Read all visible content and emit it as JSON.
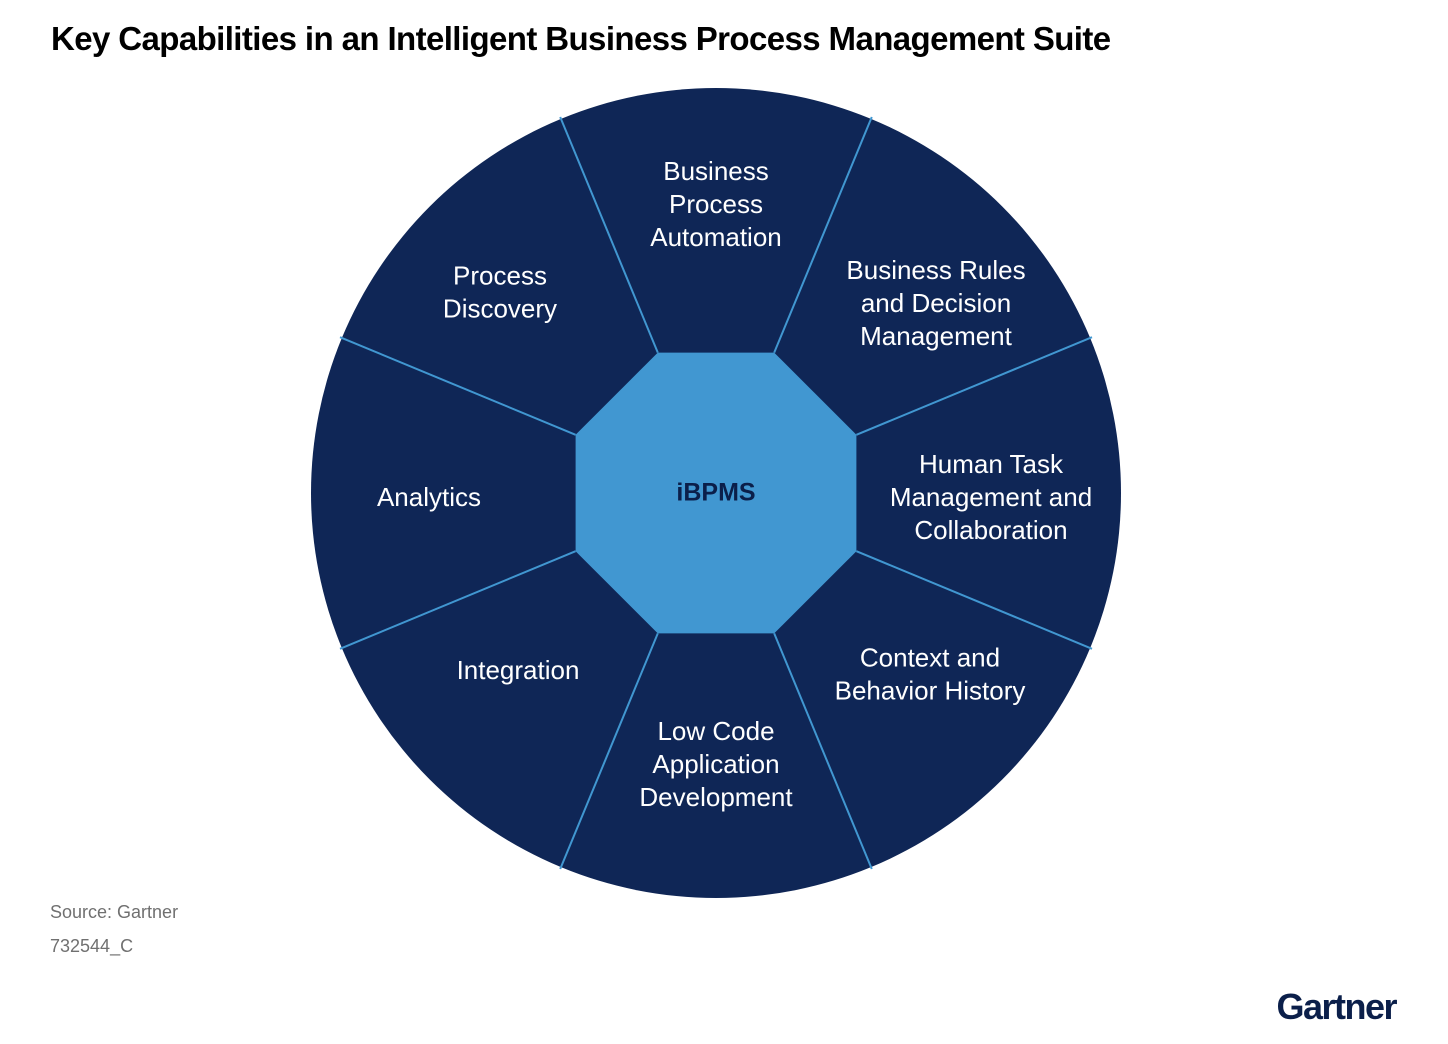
{
  "title": "Key Capabilities in an Intelligent Business Process Management Suite",
  "center": {
    "label": "iBPMS"
  },
  "segments": [
    {
      "lines": [
        "Business",
        "Process",
        "Automation"
      ]
    },
    {
      "lines": [
        "Business Rules",
        "and Decision",
        "Management"
      ]
    },
    {
      "lines": [
        "Human Task",
        "Management and",
        "Collaboration"
      ]
    },
    {
      "lines": [
        "Context and",
        "Behavior History"
      ]
    },
    {
      "lines": [
        "Low Code",
        "Application",
        "Development"
      ]
    },
    {
      "lines": [
        "Integration"
      ]
    },
    {
      "lines": [
        "Analytics"
      ]
    },
    {
      "lines": [
        "Process",
        "Discovery"
      ]
    }
  ],
  "footer": {
    "source": "Source: Gartner",
    "figure_id": "732544_C",
    "logo": "Gartner"
  },
  "colors": {
    "segment_fill": "#0f2656",
    "center_fill": "#4197d1",
    "divider": "#4197d1",
    "center_text": "#0b1f4a"
  }
}
